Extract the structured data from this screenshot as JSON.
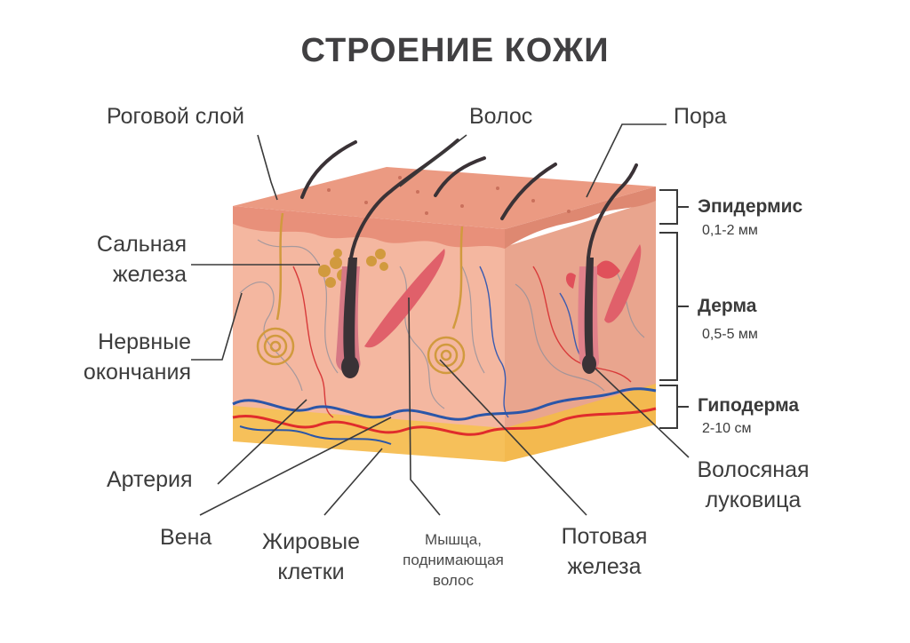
{
  "title": "СТРОЕНИЕ КОЖИ",
  "labels": {
    "stratum_corneum": "Роговой слой",
    "hair": "Волос",
    "pore": "Пора",
    "sebaceous_gland_1": "Сальная",
    "sebaceous_gland_2": "железа",
    "nerve_endings_1": "Нервные",
    "nerve_endings_2": "окончания",
    "artery": "Артерия",
    "vein": "Вена",
    "fat_cells_1": "Жировые",
    "fat_cells_2": "клетки",
    "muscle_1": "Мышца,",
    "muscle_2": "поднимающая",
    "muscle_3": "волос",
    "sweat_gland_1": "Потовая",
    "sweat_gland_2": "железа",
    "hair_bulb_1": "Волосяная",
    "hair_bulb_2": "луковица"
  },
  "layers": {
    "epidermis": {
      "name": "Эпидермис",
      "thickness": "0,1-2 мм"
    },
    "dermis": {
      "name": "Дерма",
      "thickness": "0,5-5 мм"
    },
    "hypodermis": {
      "name": "Гиподерма",
      "thickness": "2-10 см"
    }
  },
  "colors": {
    "epidermis_top": "#eb9a82",
    "epidermis_front": "#e8907a",
    "dermis": "#f2b29a",
    "dermis_side": "#e7a38c",
    "fat": "#f6c05a",
    "artery": "#e02c2c",
    "vein": "#2b56a8",
    "gland": "#d19a3e",
    "muscle": "#e0606a",
    "hair": "#3a3236"
  }
}
